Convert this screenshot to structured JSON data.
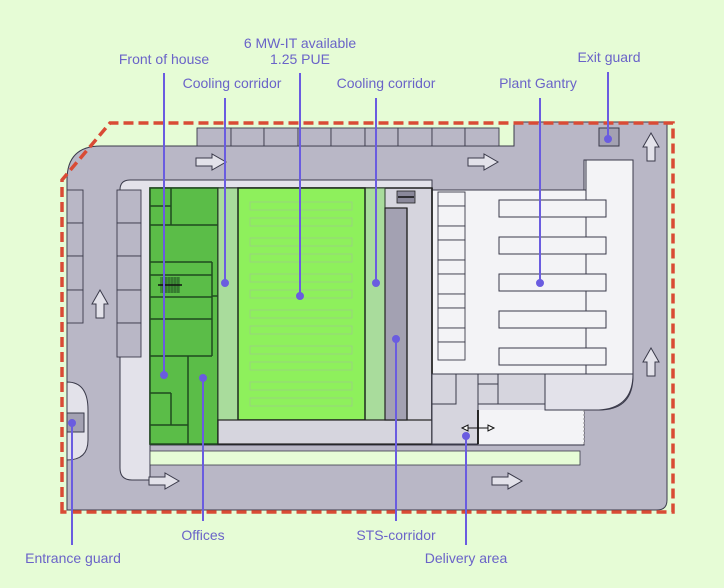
{
  "diagram": {
    "type": "data-center site plan",
    "colors": {
      "background": "#e6fcd6",
      "site_boundary": "#d94b35",
      "road": "#b9b7c6",
      "pavement": "#e3e2ea",
      "plant_area": "#f3f3f6",
      "office_green": "#5bbd48",
      "data_hall_green": "#8ef05c",
      "cooling_corridor": "#a9dc9c",
      "sts_corridor": "#a3a1b2",
      "label_text": "#6a63c8",
      "leader_line": "#6a5ce0"
    }
  },
  "labels": {
    "front_of_house": "Front of house",
    "capacity_line1": "6 MW-IT available",
    "capacity_line2": "1.25 PUE",
    "cooling_corridor_left": "Cooling corridor",
    "cooling_corridor_right": "Cooling corridor",
    "plant_gantry": "Plant Gantry",
    "exit_guard": "Exit guard",
    "entrance_guard": "Entrance guard",
    "offices": "Offices",
    "sts_corridor": "STS-corridor",
    "delivery_area": "Delivery area"
  },
  "icons": {
    "traffic_arrows": [
      "arrow-right-icon",
      "arrow-right-icon",
      "arrow-right-icon",
      "arrow-right-icon",
      "arrow-up-icon",
      "arrow-up-icon",
      "arrow-up-icon"
    ],
    "delivery_marker": "double-arrow-icon"
  }
}
